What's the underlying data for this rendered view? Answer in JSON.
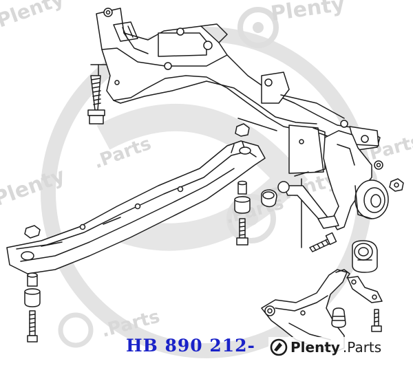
{
  "part_number": "HB 890 212-",
  "brand": {
    "name": "Plenty",
    "suffix": ".Parts",
    "logo_icon": "plenty-parts-logo-icon"
  },
  "colors": {
    "part_number_text": "#1a22c8",
    "line_art": "#1b1b1b",
    "watermark": "#d8d8d8"
  }
}
